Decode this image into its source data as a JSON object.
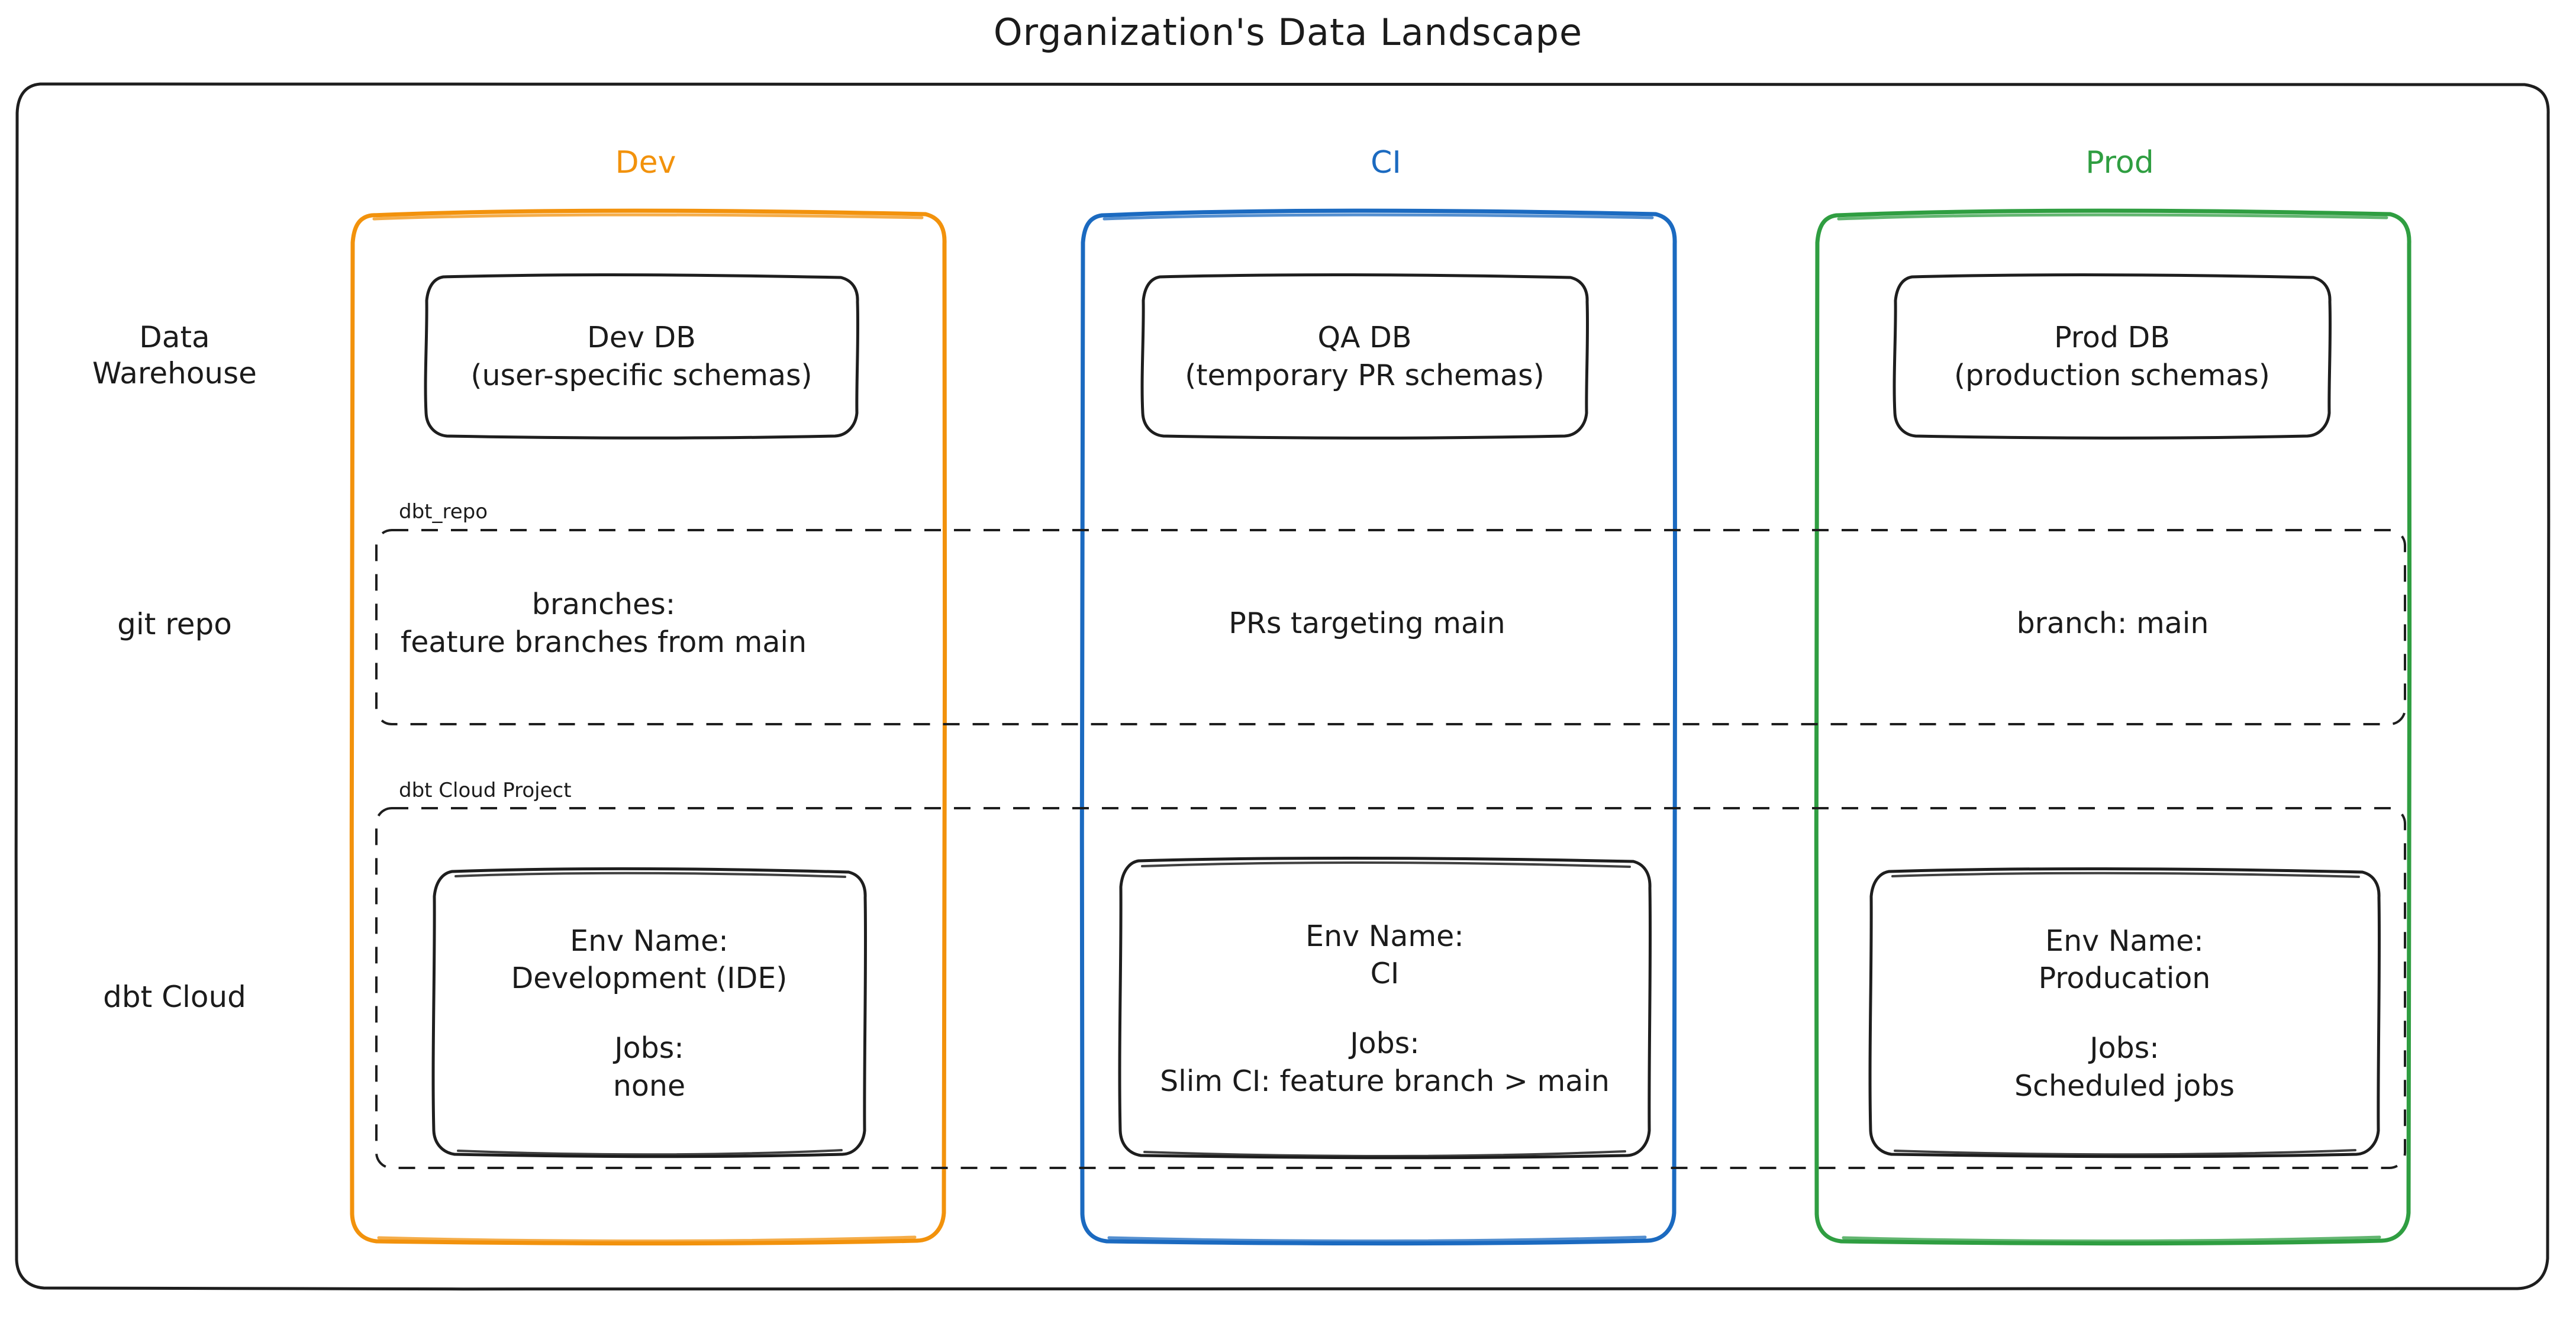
{
  "title": "Organization's Data Landscape",
  "columns": [
    {
      "id": "dev",
      "label": "Dev",
      "color": "#f2920c"
    },
    {
      "id": "ci",
      "label": "CI",
      "color": "#1b6ac0"
    },
    {
      "id": "prod",
      "label": "Prod",
      "color": "#2f9e41"
    }
  ],
  "rows": [
    {
      "id": "warehouse",
      "label_line1": "Data",
      "label_line2": "Warehouse"
    },
    {
      "id": "gitrepo",
      "label_line1": "git repo",
      "label_line2": ""
    },
    {
      "id": "dbtcloud",
      "label_line1": "dbt Cloud",
      "label_line2": ""
    }
  ],
  "groups": {
    "repo_label": "dbt_repo",
    "cloud_label": "dbt Cloud Project"
  },
  "warehouse": {
    "dev": {
      "name": "Dev DB",
      "detail": "(user-specific schemas)"
    },
    "ci": {
      "name": "QA DB",
      "detail": "(temporary PR schemas)"
    },
    "prod": {
      "name": "Prod DB",
      "detail": "(production schemas)"
    }
  },
  "gitrepo": {
    "dev": {
      "line1": "branches:",
      "line2": "feature branches from main"
    },
    "ci": {
      "line1": "PRs targeting main",
      "line2": ""
    },
    "prod": {
      "line1": "branch: main",
      "line2": ""
    }
  },
  "dbtcloud": {
    "dev": {
      "env_title": "Env Name:",
      "env_value": "Development (IDE)",
      "jobs_title": "Jobs:",
      "jobs_value": "none"
    },
    "ci": {
      "env_title": "Env Name:",
      "env_value": "CI",
      "jobs_title": "Jobs:",
      "jobs_value": "Slim CI: feature branch > main"
    },
    "prod": {
      "env_title": "Env Name:",
      "env_value": "Producation",
      "jobs_title": "Jobs:",
      "jobs_value": "Scheduled jobs"
    }
  },
  "colors": {
    "stroke": "#1e1e1e",
    "background": "#ffffff",
    "dev": "#f2920c",
    "ci": "#1b6ac0",
    "prod": "#2f9e41"
  }
}
